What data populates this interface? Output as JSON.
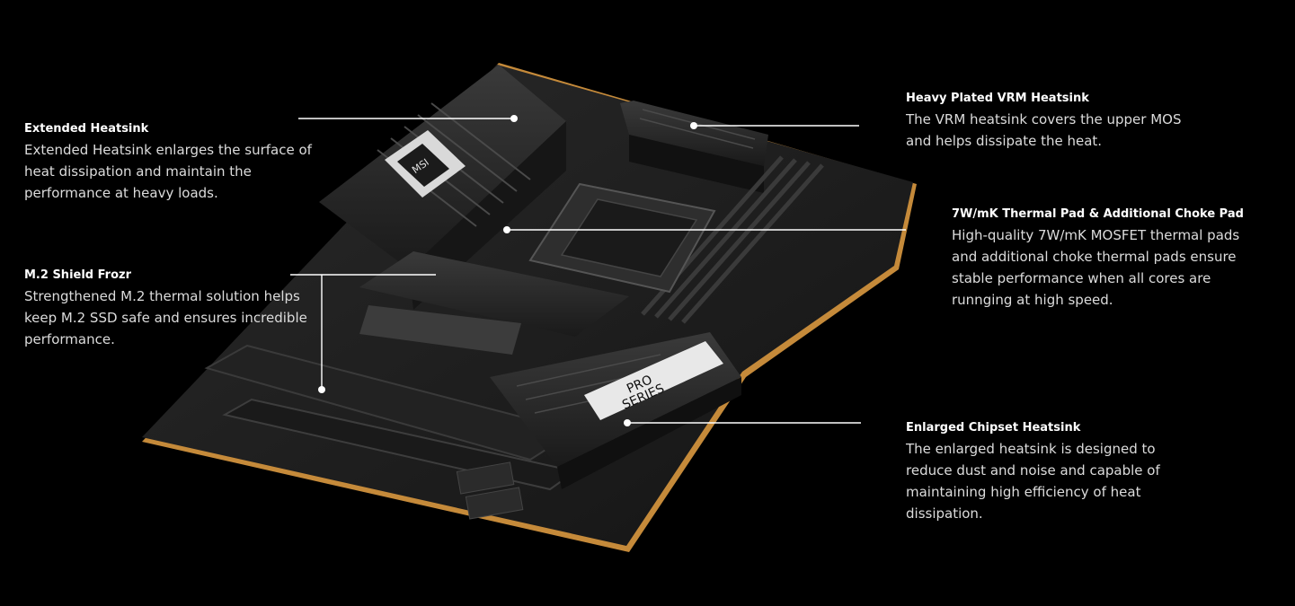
{
  "colors": {
    "background": "#000000",
    "board": "#1c1c1c",
    "heatsink": "#2a2a2a",
    "accent_edge": "#c58a3a",
    "leader_line": "#ffffff"
  },
  "board": {
    "brand_mark": "MSI",
    "series_label": [
      "PRO",
      "SERIES"
    ]
  },
  "callouts": [
    {
      "title": "Extended Heatsink",
      "lines": [
        "Extended Heatsink enlarges the surface of",
        "heat dissipation and maintain the",
        "performance at heavy loads."
      ]
    },
    {
      "title": "M.2 Shield Frozr",
      "lines": [
        "Strengthened M.2 thermal solution helps",
        "keep M.2 SSD safe and ensures incredible",
        "performance."
      ]
    },
    {
      "title": "Heavy Plated VRM Heatsink",
      "lines": [
        "The VRM heatsink covers the upper MOS",
        "and helps dissipate the heat."
      ]
    },
    {
      "title": "7W/mK Thermal Pad & Additional Choke Pad",
      "lines": [
        "High-quality 7W/mK MOSFET thermal pads",
        "and additional choke thermal pads ensure",
        "stable performance when all cores are",
        "runnging at high speed."
      ]
    },
    {
      "title": "Enlarged Chipset Heatsink",
      "lines": [
        "The enlarged heatsink is designed to",
        "reduce dust and noise and capable of",
        "maintaining high efficiency of heat",
        "dissipation."
      ]
    }
  ]
}
